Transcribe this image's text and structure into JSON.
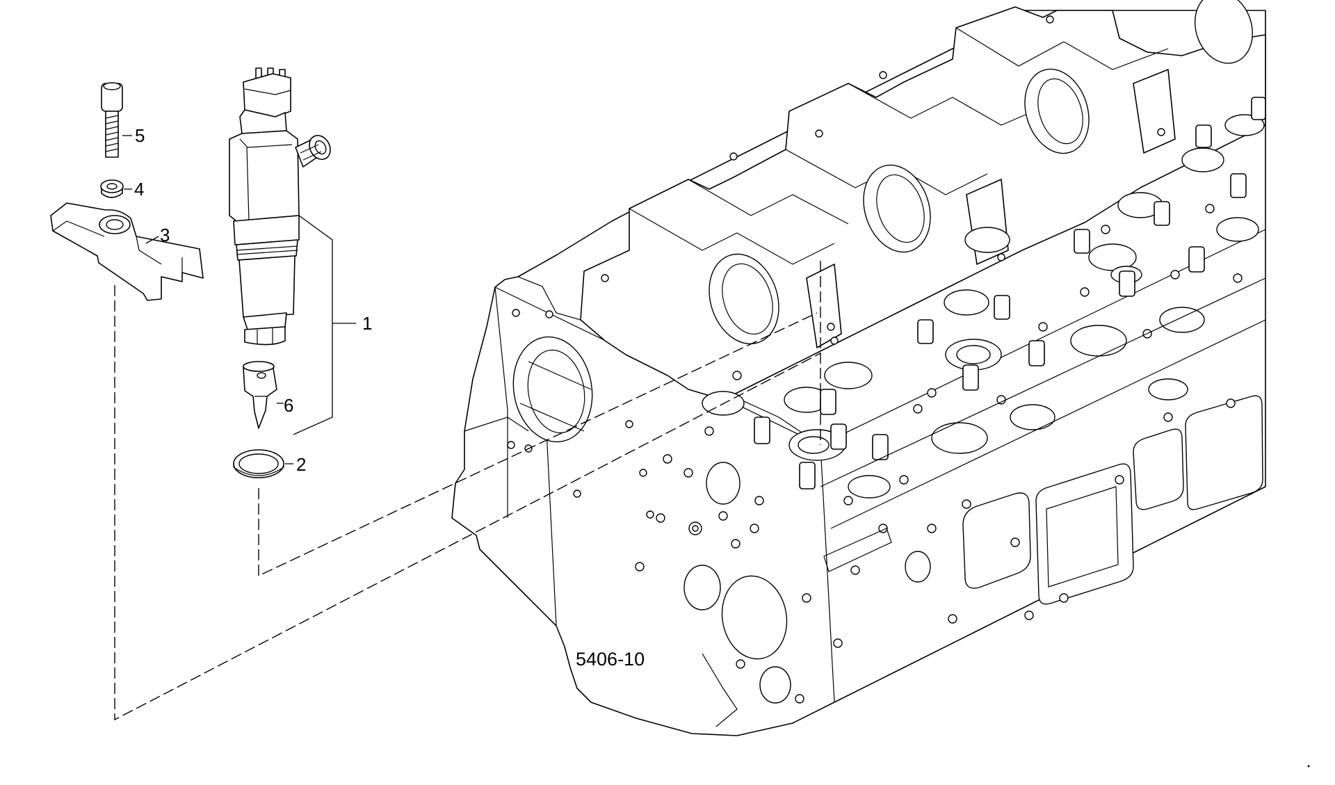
{
  "diagram": {
    "figure_code": "5406-10",
    "callouts": [
      {
        "id": "1",
        "label": "1"
      },
      {
        "id": "2",
        "label": "2"
      },
      {
        "id": "3",
        "label": "3"
      },
      {
        "id": "4",
        "label": "4"
      },
      {
        "id": "5",
        "label": "5"
      },
      {
        "id": "6",
        "label": "6"
      }
    ]
  },
  "colors": {
    "line": "#000000",
    "background": "#ffffff"
  }
}
